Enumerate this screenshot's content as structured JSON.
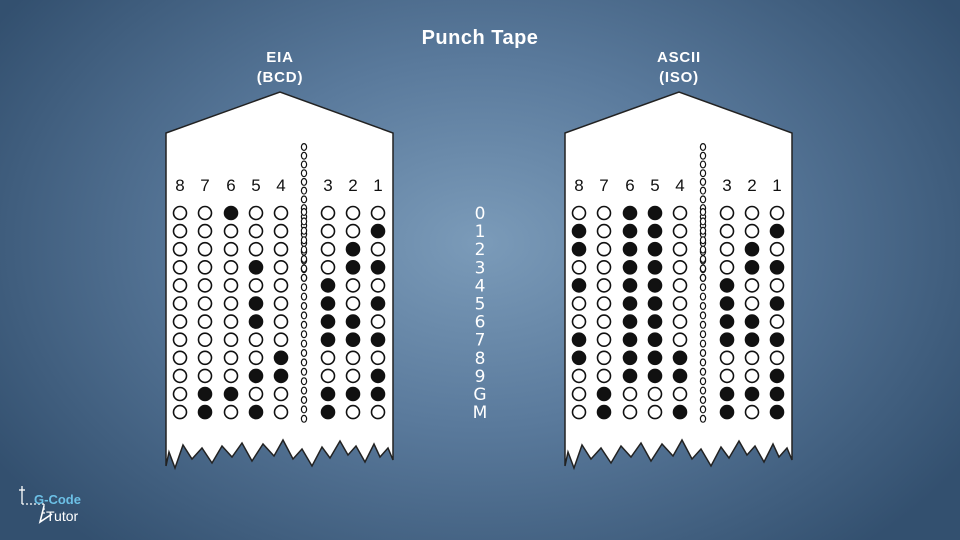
{
  "title": "Punch Tape",
  "tapes": [
    {
      "header_line1": "EIA",
      "header_line2": "(BCD)",
      "channels": [
        "8",
        "7",
        "6",
        "5",
        "4",
        "3",
        "2",
        "1"
      ],
      "rows": [
        [
          0,
          0,
          1,
          0,
          0,
          0,
          0,
          0
        ],
        [
          0,
          0,
          0,
          0,
          0,
          0,
          0,
          1
        ],
        [
          0,
          0,
          0,
          0,
          0,
          0,
          1,
          0
        ],
        [
          0,
          0,
          0,
          1,
          0,
          0,
          1,
          1
        ],
        [
          0,
          0,
          0,
          0,
          0,
          1,
          0,
          0
        ],
        [
          0,
          0,
          0,
          1,
          0,
          1,
          0,
          1
        ],
        [
          0,
          0,
          0,
          1,
          0,
          1,
          1,
          0
        ],
        [
          0,
          0,
          0,
          0,
          0,
          1,
          1,
          1
        ],
        [
          0,
          0,
          0,
          0,
          1,
          0,
          0,
          0
        ],
        [
          0,
          0,
          0,
          1,
          1,
          0,
          0,
          1
        ],
        [
          0,
          1,
          1,
          0,
          0,
          1,
          1,
          1
        ],
        [
          0,
          1,
          0,
          1,
          0,
          1,
          0,
          0
        ]
      ]
    },
    {
      "header_line1": "ASCII",
      "header_line2": "(ISO)",
      "channels": [
        "8",
        "7",
        "6",
        "5",
        "4",
        "3",
        "2",
        "1"
      ],
      "rows": [
        [
          0,
          0,
          1,
          1,
          0,
          0,
          0,
          0
        ],
        [
          1,
          0,
          1,
          1,
          0,
          0,
          0,
          1
        ],
        [
          1,
          0,
          1,
          1,
          0,
          0,
          1,
          0
        ],
        [
          0,
          0,
          1,
          1,
          0,
          0,
          1,
          1
        ],
        [
          1,
          0,
          1,
          1,
          0,
          1,
          0,
          0
        ],
        [
          0,
          0,
          1,
          1,
          0,
          1,
          0,
          1
        ],
        [
          0,
          0,
          1,
          1,
          0,
          1,
          1,
          0
        ],
        [
          1,
          0,
          1,
          1,
          0,
          1,
          1,
          1
        ],
        [
          1,
          0,
          1,
          1,
          1,
          0,
          0,
          0
        ],
        [
          0,
          0,
          1,
          1,
          1,
          0,
          0,
          1
        ],
        [
          0,
          1,
          0,
          0,
          0,
          1,
          1,
          1
        ],
        [
          0,
          1,
          0,
          0,
          1,
          1,
          0,
          1
        ]
      ]
    }
  ],
  "characters": [
    "0",
    "1",
    "2",
    "3",
    "4",
    "5",
    "6",
    "7",
    "8",
    "9",
    "G",
    "M"
  ],
  "logo": {
    "line1": "G-Code",
    "line2": "Tutor"
  },
  "colors": {
    "logo_accent": "#6cc0e6"
  }
}
